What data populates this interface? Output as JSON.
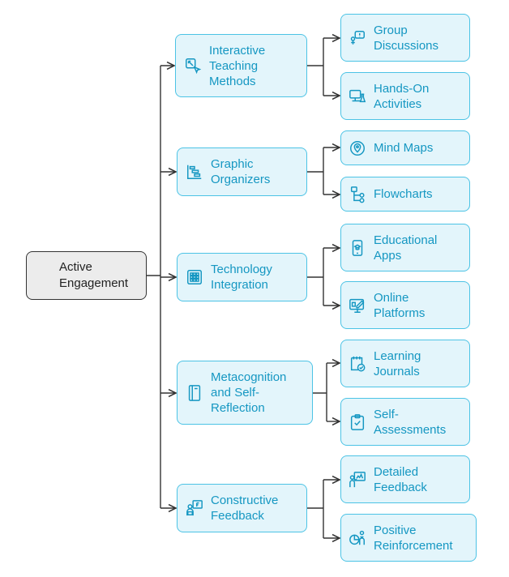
{
  "diagram": {
    "root": {
      "label": "Active\nEngagement"
    },
    "branches": [
      {
        "label": "Interactive\nTeaching\nMethods",
        "icon": "interactive-arrows-icon",
        "children": [
          {
            "label": "Group\nDiscussions",
            "icon": "discussion-icon"
          },
          {
            "label": "Hands-On\nActivities",
            "icon": "lab-desk-icon"
          }
        ]
      },
      {
        "label": "Graphic\nOrganizers",
        "icon": "gantt-icon",
        "children": [
          {
            "label": "Mind Maps",
            "icon": "map-pin-icon"
          },
          {
            "label": "Flowcharts",
            "icon": "flowchart-icon"
          }
        ]
      },
      {
        "label": "Technology\nIntegration",
        "icon": "chip-grid-icon",
        "children": [
          {
            "label": "Educational\nApps",
            "icon": "phone-graduation-icon"
          },
          {
            "label": "Online\nPlatforms",
            "icon": "monitor-edit-icon"
          }
        ]
      },
      {
        "label": "Metacognition\nand Self-\nReflection",
        "icon": "notebook-icon",
        "children": [
          {
            "label": "Learning\nJournals",
            "icon": "calendar-check-icon"
          },
          {
            "label": "Self-\nAssessments",
            "icon": "clipboard-check-icon"
          }
        ]
      },
      {
        "label": "Constructive\nFeedback",
        "icon": "teacher-board-icon",
        "children": [
          {
            "label": "Detailed\nFeedback",
            "icon": "presentation-icon"
          },
          {
            "label": "Positive\nReinforcement",
            "icon": "chart-person-icon"
          }
        ]
      }
    ]
  },
  "colors": {
    "accent": "#1597c2",
    "node_fill": "#e3f5fb",
    "node_border": "#4cc3e5",
    "root_fill": "#ececec",
    "root_border": "#333333",
    "connector": "#333333"
  }
}
